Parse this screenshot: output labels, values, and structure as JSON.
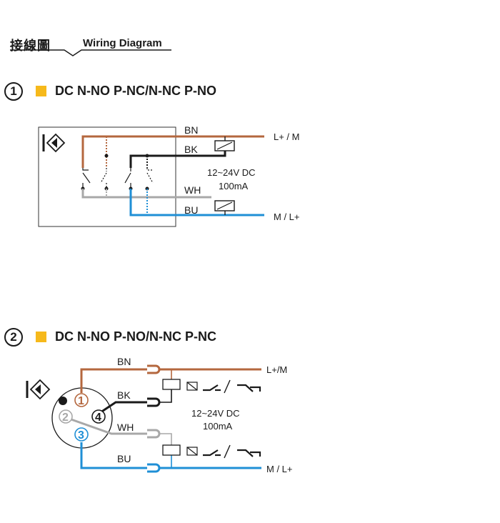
{
  "header": {
    "title_cjk": "接線圖",
    "title_en": "Wiring Diagram"
  },
  "colors": {
    "brown": "#b4673e",
    "black": "#1a1a1a",
    "grey": "#a8a8a8",
    "blue": "#1f8fd6",
    "accent": "#f6b91b"
  },
  "diagram1": {
    "number": "1",
    "title": "DC N-NO P-NC/N-NC P-NO",
    "wire_bn": "BN",
    "wire_bk": "BK",
    "wire_wh": "WH",
    "wire_bu": "BU",
    "voltage": "12~24V DC",
    "current": "100mA",
    "terminal_top": "L+ / M",
    "terminal_bottom": "M / L+"
  },
  "diagram2": {
    "number": "2",
    "title": "DC N-NO P-NO/N-NC P-NC",
    "wire_bn": "BN",
    "wire_bk": "BK",
    "wire_wh": "WH",
    "wire_bu": "BU",
    "pin1": "1",
    "pin2": "2",
    "pin3": "3",
    "pin4": "4",
    "voltage": "12~24V DC",
    "current": "100mA",
    "terminal_top": "L+/M",
    "terminal_bottom": "M / L+"
  }
}
